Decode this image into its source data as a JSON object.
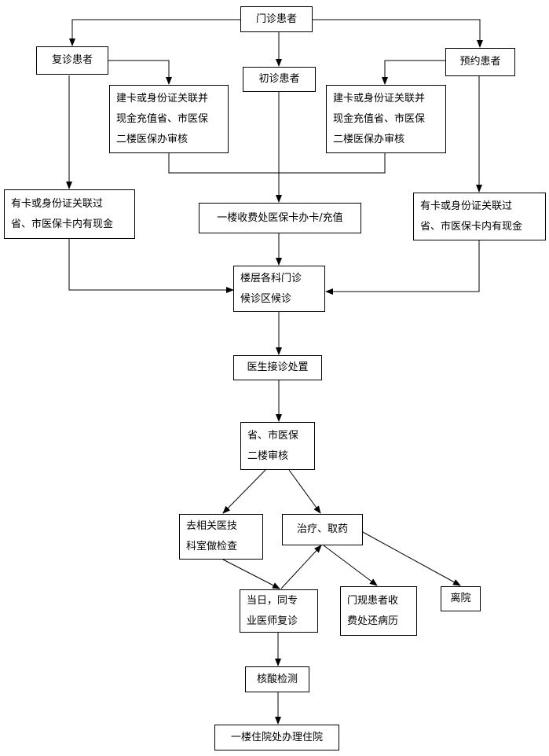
{
  "nodes": {
    "outpatient": "门诊患者",
    "return_patient": "复诊患者",
    "first_patient": "初诊患者",
    "appt_patient": "预约患者",
    "card_left": "建卡或身份证关联并\n现金充值省、市医保\n二楼医保办审核",
    "card_right": "建卡或身份证关联并\n现金充值省、市医保\n二楼医保办审核",
    "has_card_left": "有卡或身份证关联过\n省、市医保卡内有现金",
    "has_card_right": "有卡或身份证关联过\n省、市医保卡内有现金",
    "cashier_floor1": "一楼收费处医保卡办卡/充值",
    "waiting": "楼层各科门诊\n候诊区候诊",
    "doctor": "医生接诊处置",
    "insurance_review": "省、市医保\n二楼审核",
    "tests": "去相关医技\n科室做检查",
    "treatment": "治疗、取药",
    "sameday_review": "当日，同专\n业医师复诊",
    "return_records": "门规患者收\n费处还病历",
    "discharge": "离院",
    "nucleic_test": "核酸检测",
    "admission": "一楼住院处办理住院"
  }
}
